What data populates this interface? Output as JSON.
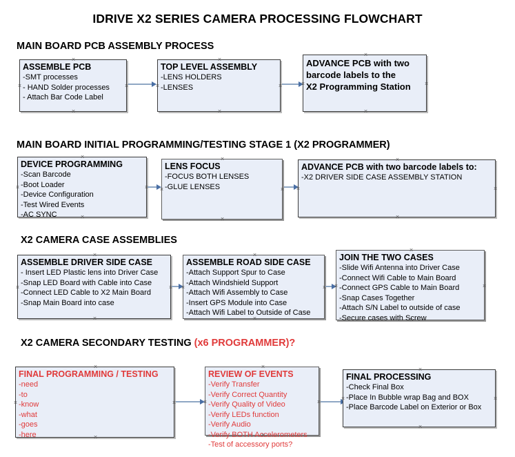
{
  "document": {
    "title": "IDRIVE X2  SERIES CAMERA PROCESSING FLOWCHART"
  },
  "colors": {
    "box_fill": "#e9eef8",
    "box_border": "#3a3a3a",
    "connector": "#8fa7c4",
    "arrow": "#4a6fa5",
    "accent_red": "#e03a3a",
    "text": "#000000"
  },
  "sections": [
    {
      "id": "main-board-pcb-assembly",
      "heading": "MAIN BOARD PCB ASSEMBLY PROCESS",
      "heading_accent": "",
      "boxes": [
        {
          "id": "assemble-pcb",
          "title": "ASSEMBLE PCB",
          "lines": [
            "-SMT processes",
            "- HAND Solder processes",
            "- Attach Bar Code Label"
          ]
        },
        {
          "id": "top-level-assembly",
          "title": "TOP LEVEL ASSEMBLY",
          "lines": [
            "-LENS HOLDERS",
            "-LENSES"
          ]
        },
        {
          "id": "advance-pcb-to-x2-programming-station",
          "title": "",
          "lines": [
            "ADVANCE PCB with two",
            "barcode labels to the",
            " X2 Programming Station"
          ]
        }
      ]
    },
    {
      "id": "main-board-initial-programming",
      "heading": "MAIN BOARD INITIAL PROGRAMMING/TESTING STAGE 1 (X2 PROGRAMMER)",
      "heading_accent": "",
      "boxes": [
        {
          "id": "device-programming",
          "title": "DEVICE PROGRAMMING",
          "lines": [
            "-Scan Barcode",
            "-Boot Loader",
            "-Device Configuration",
            "-Test Wired Events",
            "-AC SYNC"
          ]
        },
        {
          "id": "lens-focus",
          "title": "LENS FOCUS",
          "lines": [
            "-FOCUS BOTH LENSES",
            "-GLUE LENSES"
          ]
        },
        {
          "id": "advance-pcb-to-driver-side-case-station",
          "title": "ADVANCE PCB with two barcode labels to:",
          "lines": [
            "-X2 DRIVER  SIDE  CASE  ASSEMBLY STATION"
          ]
        }
      ]
    },
    {
      "id": "x2-camera-case-assemblies",
      "heading": "X2 CAMERA CASE ASSEMBLIES",
      "heading_accent": "",
      "boxes": [
        {
          "id": "assemble-driver-side-case",
          "title": "ASSEMBLE DRIVER SIDE CASE",
          "lines": [
            "- Insert LED Plastic lens into Driver Case",
            "-Snap LED Board with Cable into Case",
            "-Connect LED Cable to X2 Main Board",
            "-Snap Main Board into case"
          ]
        },
        {
          "id": "assemble-road-side-case",
          "title": "ASSEMBLE ROAD SIDE CASE",
          "lines": [
            "-Attach Support Spur to Case",
            "-Attach Windshield Support",
            "-Attach Wifi Assembly to Case",
            "-Insert GPS Module into Case",
            "-Attach Wifi Label to Outside of Case"
          ]
        },
        {
          "id": "join-the-two-cases",
          "title": "JOIN THE TWO CASES",
          "lines": [
            "-Slide Wifi Antenna into Driver Case",
            "-Connect Wifi Cable to Main Board",
            "-Connect GPS Cable to Main Board",
            "-Snap Cases Together",
            "-Attach S/N Label to outside of case",
            "-Secure cases with Screw"
          ]
        }
      ]
    },
    {
      "id": "x2-camera-secondary-testing",
      "heading": "X2 CAMERA SECONDARY TESTING ",
      "heading_accent": "(x6 PROGRAMMER)?",
      "boxes": [
        {
          "id": "final-programming-testing",
          "title": "FINAL PROGRAMMING / TESTING",
          "lines": [
            "-need",
            "-to",
            "-know",
            "-what",
            "-goes",
            "-here"
          ]
        },
        {
          "id": "review-of-events",
          "title": "REVIEW OF EVENTS",
          "lines": [
            "-Verify Transfer",
            "-Verify Correct Quantity",
            "-Verify Quality of Video",
            "-Verify LEDs function",
            "-Verify Audio",
            "-Verify BOTH Accelerometers",
            "-Test of accessory ports?"
          ]
        },
        {
          "id": "final-processing",
          "title": "FINAL PROCESSING",
          "lines": [
            "-Check Final Box",
            "-Place In Bubble wrap Bag and BOX",
            "-Place Barcode Label on Exterior or Box"
          ]
        }
      ]
    }
  ]
}
